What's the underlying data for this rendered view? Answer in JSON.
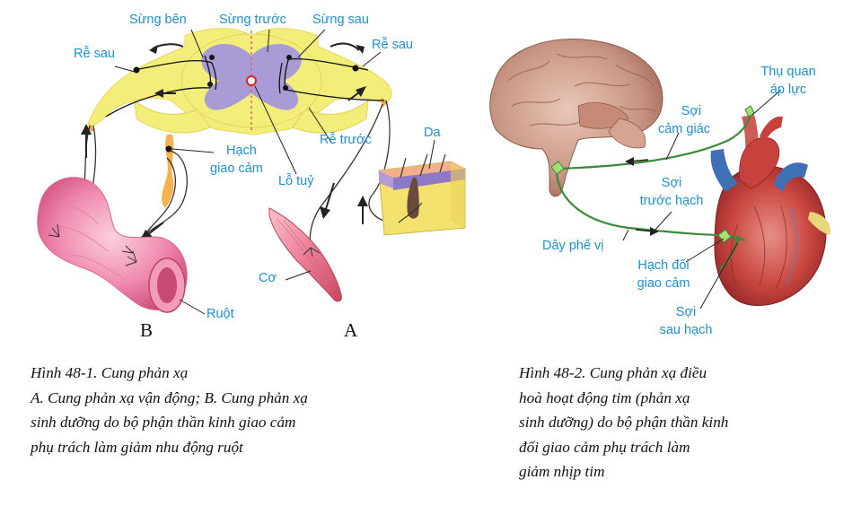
{
  "figure1": {
    "labels": {
      "sung_ben": "Sừng bên",
      "sung_truoc": "Sừng trước",
      "sung_sau": "Sừng sau",
      "re_sau_left": "Rễ sau",
      "re_sau_right": "Rễ sau",
      "hach_giao_cam_1": "Hạch",
      "hach_giao_cam_2": "giao cảm",
      "re_truoc": "Rễ trước",
      "lo_tuy": "Lỗ tuỷ",
      "da": "Da",
      "co": "Cơ",
      "ruot": "Ruột",
      "panel_b": "B",
      "panel_a": "A"
    },
    "caption": [
      "Hình 48-1. Cung phản xạ",
      "A. Cung phản xạ vận động; B. Cung phản xạ",
      "sinh dưỡng do bộ phận  thần kinh giao cảm",
      "phụ trách làm giảm nhu động ruột"
    ]
  },
  "figure2": {
    "labels": {
      "thu_quan_1": "Thụ quan",
      "thu_quan_2": "áp lực",
      "soi_cam_giac_1": "Sợi",
      "soi_cam_giac_2": "cảm giác",
      "soi_truoc_hach_1": "Sợi",
      "soi_truoc_hach_2": "trước hạch",
      "day_phe_vi": "Dây phế vị",
      "hach_doi_1": "Hạch đối",
      "hach_doi_2": "giao cảm",
      "soi_sau_hach_1": "Sợi",
      "soi_sau_hach_2": "sau hạch"
    },
    "caption": [
      "Hình 48-2. Cung phản xạ điều",
      "hoà hoạt động tim (phản xạ",
      "sinh dưỡng) do bộ phận thần kinh",
      "đối giao cảm phụ trách làm",
      "giảm nhịp tim"
    ]
  },
  "colors": {
    "label_blue": "#1f8fd1",
    "spinal_yellow": "#f3ee7a",
    "grey_matter": "#a99bd6",
    "nerve_green": "#3a8a3a"
  }
}
